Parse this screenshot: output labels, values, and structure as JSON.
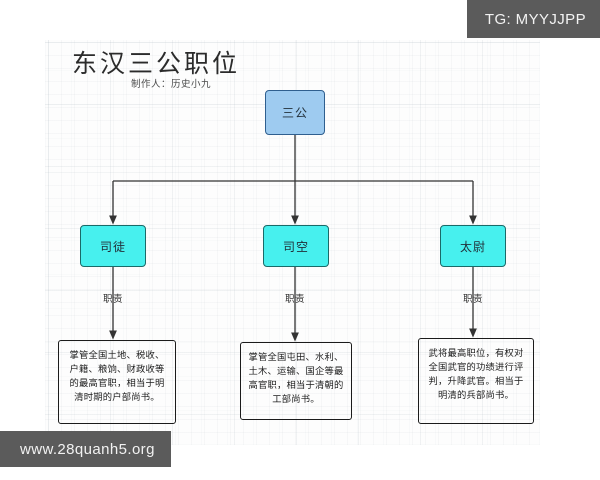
{
  "document": {
    "title": "东汉三公职位",
    "subtitle": "制作人：历史小九"
  },
  "diagram": {
    "root": {
      "label": "三公"
    },
    "branches": [
      {
        "label": "司徒",
        "edge_label": "职责",
        "description": "掌管全国土地、税收、户籍、粮饷、财政收等的最高官职，相当于明清时期的户部尚书。"
      },
      {
        "label": "司空",
        "edge_label": "职责",
        "description": "掌管全国屯田、水利、土木、运输、国企等最高官职，相当于清朝的工部尚书。"
      },
      {
        "label": "太尉",
        "edge_label": "职责",
        "description": "武将最高职位，有权对全国武官的功绩进行评判，升降武官。相当于明清的兵部尚书。"
      }
    ]
  },
  "watermarks": {
    "telegram": "TG: MYYJJPP",
    "site": "www.28quanh5.org"
  },
  "colors": {
    "root_fill": "#9ecbf0",
    "root_stroke": "#2f5f8f",
    "branch_fill": "#47f0ee",
    "branch_stroke": "#1a6a68",
    "connector": "#333333",
    "watermark_bg": "#5b5b5b"
  }
}
